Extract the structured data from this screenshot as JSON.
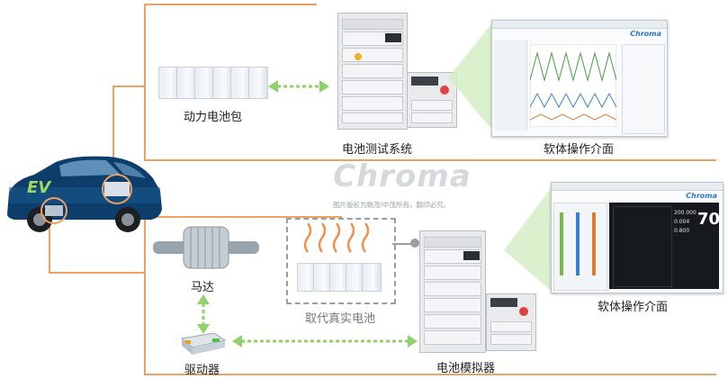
{
  "labels": {
    "battery_pack": "动力电池包",
    "test_system": "电池测试系统",
    "software_top": "软体操作介面",
    "motor": "马达",
    "driver": "驱动器",
    "replace_battery": "取代真实电池",
    "simulator": "电池模拟器",
    "software_bottom": "软体操作介面"
  },
  "watermark": {
    "logo": "Chroma",
    "notice": "图片版权为致茂/中茂所有，翻印必究。"
  },
  "car": {
    "badge": "EV"
  },
  "software": {
    "brand": "Chroma",
    "readout_big": "70",
    "readouts": [
      "200.000",
      "0.004",
      "0.800"
    ]
  },
  "colors": {
    "accent": "#f0a060",
    "arrow_green": "#8fd16a",
    "car_body": "#0d3d6b",
    "brand_blue": "#2c79c9"
  }
}
